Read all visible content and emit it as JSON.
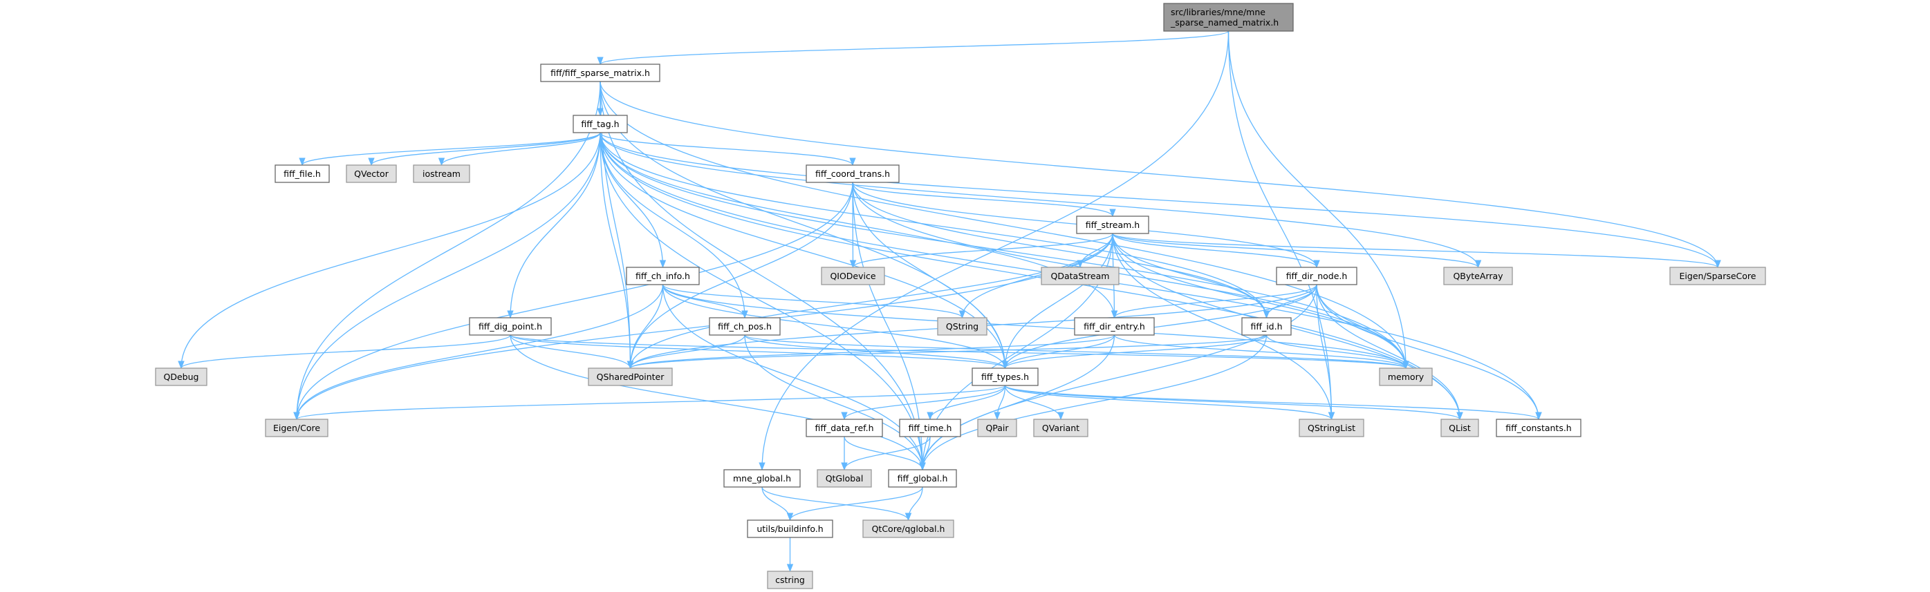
{
  "graph": {
    "type": "include-dependency-graph",
    "edge_color": "#63b8ff",
    "nodes": [
      {
        "id": "root",
        "label": [
          "src/libraries/mne/mne",
          "_sparse_named_matrix.h"
        ],
        "kind": "root"
      },
      {
        "id": "sparse",
        "label": [
          "fiff/fiff_sparse_matrix.h"
        ],
        "kind": "file"
      },
      {
        "id": "tag",
        "label": [
          "fiff_tag.h"
        ],
        "kind": "file"
      },
      {
        "id": "file",
        "label": [
          "fiff_file.h"
        ],
        "kind": "file"
      },
      {
        "id": "qvector",
        "label": [
          "QVector"
        ],
        "kind": "ext"
      },
      {
        "id": "iostream",
        "label": [
          "iostream"
        ],
        "kind": "ext"
      },
      {
        "id": "coord",
        "label": [
          "fiff_coord_trans.h"
        ],
        "kind": "file"
      },
      {
        "id": "stream",
        "label": [
          "fiff_stream.h"
        ],
        "kind": "file"
      },
      {
        "id": "chinfo",
        "label": [
          "fiff_ch_info.h"
        ],
        "kind": "file"
      },
      {
        "id": "qiodevice",
        "label": [
          "QIODevice"
        ],
        "kind": "ext"
      },
      {
        "id": "qdatastream",
        "label": [
          "QDataStream"
        ],
        "kind": "ext"
      },
      {
        "id": "dirnode",
        "label": [
          "fiff_dir_node.h"
        ],
        "kind": "file"
      },
      {
        "id": "qbytearray",
        "label": [
          "QByteArray"
        ],
        "kind": "ext"
      },
      {
        "id": "sparsecore",
        "label": [
          "Eigen/SparseCore"
        ],
        "kind": "ext"
      },
      {
        "id": "digpoint",
        "label": [
          "fiff_dig_point.h"
        ],
        "kind": "file"
      },
      {
        "id": "chpos",
        "label": [
          "fiff_ch_pos.h"
        ],
        "kind": "file"
      },
      {
        "id": "qstring",
        "label": [
          "QString"
        ],
        "kind": "ext"
      },
      {
        "id": "direntry",
        "label": [
          "fiff_dir_entry.h"
        ],
        "kind": "file"
      },
      {
        "id": "id",
        "label": [
          "fiff_id.h"
        ],
        "kind": "file"
      },
      {
        "id": "qdebug",
        "label": [
          "QDebug"
        ],
        "kind": "ext"
      },
      {
        "id": "qsharedpointer",
        "label": [
          "QSharedPointer"
        ],
        "kind": "ext"
      },
      {
        "id": "types",
        "label": [
          "fiff_types.h"
        ],
        "kind": "file"
      },
      {
        "id": "memory",
        "label": [
          "memory"
        ],
        "kind": "ext"
      },
      {
        "id": "eigencore",
        "label": [
          "Eigen/Core"
        ],
        "kind": "ext"
      },
      {
        "id": "dataref",
        "label": [
          "fiff_data_ref.h"
        ],
        "kind": "file"
      },
      {
        "id": "time",
        "label": [
          "fiff_time.h"
        ],
        "kind": "file"
      },
      {
        "id": "qpair",
        "label": [
          "QPair"
        ],
        "kind": "ext"
      },
      {
        "id": "qvariant",
        "label": [
          "QVariant"
        ],
        "kind": "ext"
      },
      {
        "id": "qstringlist",
        "label": [
          "QStringList"
        ],
        "kind": "ext"
      },
      {
        "id": "qlist",
        "label": [
          "QList"
        ],
        "kind": "ext"
      },
      {
        "id": "constants",
        "label": [
          "fiff_constants.h"
        ],
        "kind": "file"
      },
      {
        "id": "mneglobal",
        "label": [
          "mne_global.h"
        ],
        "kind": "file"
      },
      {
        "id": "qtglobal",
        "label": [
          "QtGlobal"
        ],
        "kind": "ext"
      },
      {
        "id": "fiffglobal",
        "label": [
          "fiff_global.h"
        ],
        "kind": "file"
      },
      {
        "id": "buildinfo",
        "label": [
          "utils/buildinfo.h"
        ],
        "kind": "file"
      },
      {
        "id": "qglobal",
        "label": [
          "QtCore/qglobal.h"
        ],
        "kind": "ext"
      },
      {
        "id": "cstring",
        "label": [
          "cstring"
        ],
        "kind": "ext"
      }
    ],
    "edges": [
      [
        "root",
        "sparse"
      ],
      [
        "root",
        "mneglobal"
      ],
      [
        "root",
        "memory"
      ],
      [
        "root",
        "qstringlist"
      ],
      [
        "sparse",
        "tag"
      ],
      [
        "sparse",
        "types"
      ],
      [
        "sparse",
        "eigencore"
      ],
      [
        "sparse",
        "sparsecore"
      ],
      [
        "sparse",
        "qsharedpointer"
      ],
      [
        "sparse",
        "memory"
      ],
      [
        "sparse",
        "fiffglobal"
      ],
      [
        "tag",
        "file"
      ],
      [
        "tag",
        "qvector"
      ],
      [
        "tag",
        "iostream"
      ],
      [
        "tag",
        "coord"
      ],
      [
        "tag",
        "chinfo"
      ],
      [
        "tag",
        "digpoint"
      ],
      [
        "tag",
        "chpos"
      ],
      [
        "tag",
        "types"
      ],
      [
        "tag",
        "id"
      ],
      [
        "tag",
        "direntry"
      ],
      [
        "tag",
        "qdebug"
      ],
      [
        "tag",
        "eigencore"
      ],
      [
        "tag",
        "sparsecore"
      ],
      [
        "tag",
        "qsharedpointer"
      ],
      [
        "tag",
        "memory"
      ],
      [
        "tag",
        "fiffglobal"
      ],
      [
        "tag",
        "constants"
      ],
      [
        "tag",
        "qlist"
      ],
      [
        "tag",
        "qbytearray"
      ],
      [
        "coord",
        "stream"
      ],
      [
        "coord",
        "qiodevice"
      ],
      [
        "coord",
        "eigencore"
      ],
      [
        "coord",
        "qsharedpointer"
      ],
      [
        "coord",
        "types"
      ],
      [
        "coord",
        "fiffglobal"
      ],
      [
        "coord",
        "memory"
      ],
      [
        "coord",
        "dirnode"
      ],
      [
        "coord",
        "id"
      ],
      [
        "stream",
        "qdatastream"
      ],
      [
        "stream",
        "dirnode"
      ],
      [
        "stream",
        "qbytearray"
      ],
      [
        "stream",
        "sparsecore"
      ],
      [
        "stream",
        "qiodevice"
      ],
      [
        "stream",
        "qstring"
      ],
      [
        "stream",
        "direntry"
      ],
      [
        "stream",
        "id"
      ],
      [
        "stream",
        "types"
      ],
      [
        "stream",
        "memory"
      ],
      [
        "stream",
        "qlist"
      ],
      [
        "stream",
        "qstringlist"
      ],
      [
        "stream",
        "qsharedpointer"
      ],
      [
        "stream",
        "eigencore"
      ],
      [
        "stream",
        "fiffglobal"
      ],
      [
        "dirnode",
        "direntry"
      ],
      [
        "dirnode",
        "id"
      ],
      [
        "dirnode",
        "types"
      ],
      [
        "dirnode",
        "memory"
      ],
      [
        "dirnode",
        "qlist"
      ],
      [
        "dirnode",
        "qstringlist"
      ],
      [
        "dirnode",
        "constants"
      ],
      [
        "dirnode",
        "fiffglobal"
      ],
      [
        "dirnode",
        "qsharedpointer"
      ],
      [
        "chinfo",
        "chpos"
      ],
      [
        "chinfo",
        "types"
      ],
      [
        "chinfo",
        "qsharedpointer"
      ],
      [
        "chinfo",
        "eigencore"
      ],
      [
        "chinfo",
        "qstring"
      ],
      [
        "chinfo",
        "memory"
      ],
      [
        "chinfo",
        "fiffglobal"
      ],
      [
        "chpos",
        "types"
      ],
      [
        "chpos",
        "qsharedpointer"
      ],
      [
        "chpos",
        "memory"
      ],
      [
        "chpos",
        "fiffglobal"
      ],
      [
        "digpoint",
        "qdebug"
      ],
      [
        "digpoint",
        "qsharedpointer"
      ],
      [
        "digpoint",
        "types"
      ],
      [
        "digpoint",
        "memory"
      ],
      [
        "digpoint",
        "fiffglobal"
      ],
      [
        "direntry",
        "types"
      ],
      [
        "direntry",
        "qsharedpointer"
      ],
      [
        "direntry",
        "memory"
      ],
      [
        "direntry",
        "fiffglobal"
      ],
      [
        "id",
        "types"
      ],
      [
        "id",
        "qsharedpointer"
      ],
      [
        "id",
        "memory"
      ],
      [
        "id",
        "fiffglobal"
      ],
      [
        "types",
        "eigencore"
      ],
      [
        "types",
        "dataref"
      ],
      [
        "types",
        "time"
      ],
      [
        "types",
        "qpair"
      ],
      [
        "types",
        "qvariant"
      ],
      [
        "types",
        "qstringlist"
      ],
      [
        "types",
        "qlist"
      ],
      [
        "types",
        "constants"
      ],
      [
        "dataref",
        "qtglobal"
      ],
      [
        "dataref",
        "fiffglobal"
      ],
      [
        "time",
        "qtglobal"
      ],
      [
        "time",
        "fiffglobal"
      ],
      [
        "fiffglobal",
        "buildinfo"
      ],
      [
        "fiffglobal",
        "qglobal"
      ],
      [
        "mneglobal",
        "buildinfo"
      ],
      [
        "mneglobal",
        "qglobal"
      ],
      [
        "buildinfo",
        "cstring"
      ]
    ]
  }
}
